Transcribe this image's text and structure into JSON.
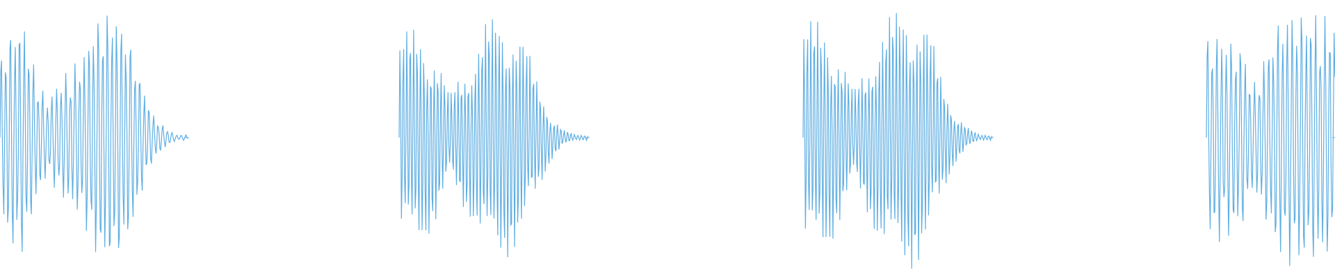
{
  "waveform": {
    "color": "#5dade2",
    "background": "#ffffff",
    "burst_count": 4,
    "bursts": [
      {
        "envelope": [
          0.62,
          0.85,
          0.9,
          0.5,
          0.28,
          0.42,
          0.52,
          0.6,
          0.88,
          0.97,
          0.95,
          0.78,
          0.45,
          0.18,
          0.08,
          0.02
        ],
        "cycles_per_section": 4
      },
      {
        "envelope": [
          0.75,
          0.82,
          0.78,
          0.62,
          0.32,
          0.52,
          0.65,
          0.88,
          0.92,
          0.86,
          0.72,
          0.42,
          0.18,
          0.06,
          0.02
        ],
        "cycles_per_section": 4
      },
      {
        "envelope": [
          0.85,
          0.88,
          0.84,
          0.62,
          0.35,
          0.55,
          0.78,
          0.92,
          0.98,
          0.96,
          0.82,
          0.45,
          0.2,
          0.08,
          0.02
        ],
        "cycles_per_section": 4
      },
      {
        "envelope": [
          0.8,
          0.78,
          0.74,
          0.72,
          0.38,
          0.62,
          0.88,
          0.94,
          0.96,
          0.95,
          0.9
        ],
        "cycles_per_section": 4
      }
    ]
  }
}
